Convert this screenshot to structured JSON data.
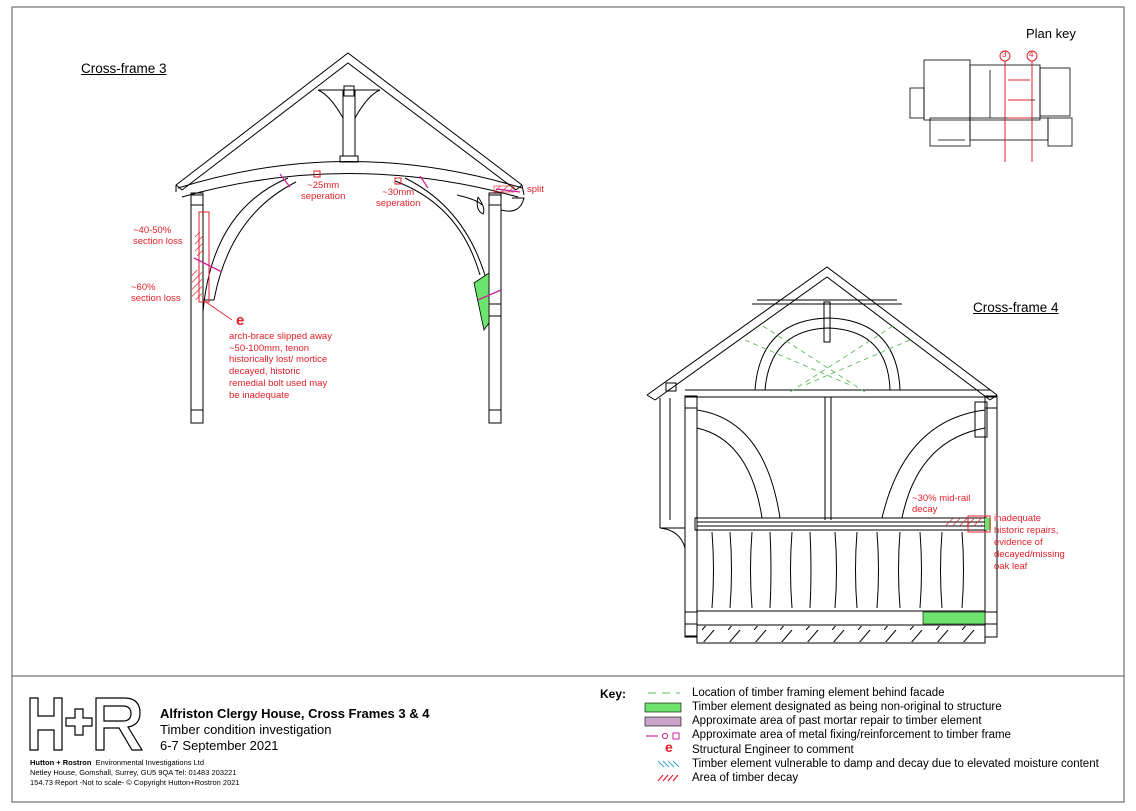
{
  "drawing": {
    "title_line1": "Alfriston Clergy House, Cross Frames 3 & 4",
    "title_line2": "Timber condition investigation",
    "title_line3": "6-7 September 2021",
    "logo_text": "H+R"
  },
  "company": {
    "name_bold": "Hutton + Rostron",
    "name_rest": "Environmental Investigations Ltd",
    "address": "Netley House, Gomshall, Surrey, GU5 9QA   Tel: 01483 203221",
    "footer": "154.73   Report   -Not to scale-   © Copyright Hutton+Rostron 2021"
  },
  "views": {
    "cross_frame_3": "Cross-frame 3",
    "cross_frame_4": "Cross-frame 4",
    "plan_key": "Plan key",
    "plan_markers": [
      "3",
      "4"
    ]
  },
  "annotations_cf3": {
    "sep25": "~25mm\nseperation",
    "sep30": "~30mm\nseperation",
    "split": "split",
    "loss4050": "~40-50%\nsection loss",
    "loss60": "~60%\nsection loss",
    "e_symbol": "e",
    "arch_brace": "arch-brace slipped away\n~50-100mm, tenon\nhistorically lost/ mortice\ndecayed, historic\nremedial bolt used may\nbe inadequate"
  },
  "annotations_cf4": {
    "midrail": "~30% mid-rail\ndecay",
    "repairs": "inadequate\nhistoric repairs,\nevidence of\ndecayed/missing\noak leaf"
  },
  "key": {
    "heading": "Key:",
    "items": [
      {
        "symbol": "dash-green-line",
        "label": "Location of timber framing element behind facade"
      },
      {
        "symbol": "green-fill",
        "label": "Timber element designated as being non-original to structure"
      },
      {
        "symbol": "mauve-fill",
        "label": "Approximate area of past mortar repair to timber element"
      },
      {
        "symbol": "magenta-fixing",
        "label": "Approximate area of metal fixing/reinforcement to timber frame"
      },
      {
        "symbol": "e-symbol",
        "symbol_text": "e",
        "label": "Structural Engineer to comment"
      },
      {
        "symbol": "blue-hatch",
        "label": "Timber element vulnerable to damp and decay due to elevated moisture content"
      },
      {
        "symbol": "red-hatch",
        "label": "Area of timber decay"
      }
    ]
  },
  "colors": {
    "annotation_red": "#e0202a",
    "non_original_green": "#6ee36e",
    "magenta": "#d0209a",
    "mortar_mauve": "#c9a3c8",
    "damp_blue": "#3aa0d0",
    "hidden_green": "#62b862"
  }
}
